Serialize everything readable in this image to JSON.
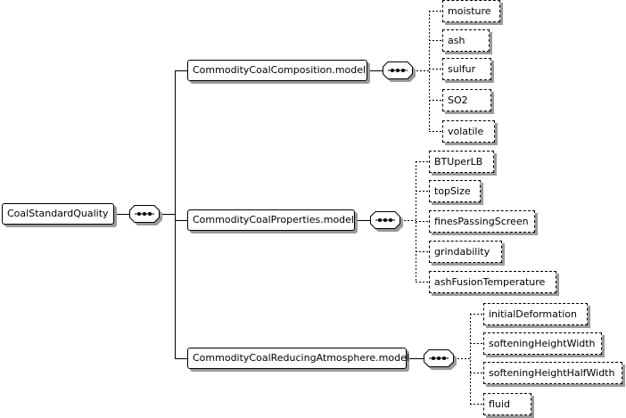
{
  "root": "CoalStandardQuality",
  "groups": [
    {
      "name": "CommodityCoalComposition.model",
      "children": [
        "moisture",
        "ash",
        "sulfur",
        "SO2",
        "volatile"
      ]
    },
    {
      "name": "CommodityCoalProperties.model",
      "children": [
        "BTUperLB",
        "topSize",
        "finesPassingScreen",
        "grindability",
        "ashFusionTemperature"
      ]
    },
    {
      "name": "CommodityCoalReducingAtmosphere.model",
      "children": [
        "initialDeformation",
        "softeningHeightWidth",
        "softeningHeightHalfWidth",
        "fluid"
      ]
    }
  ]
}
